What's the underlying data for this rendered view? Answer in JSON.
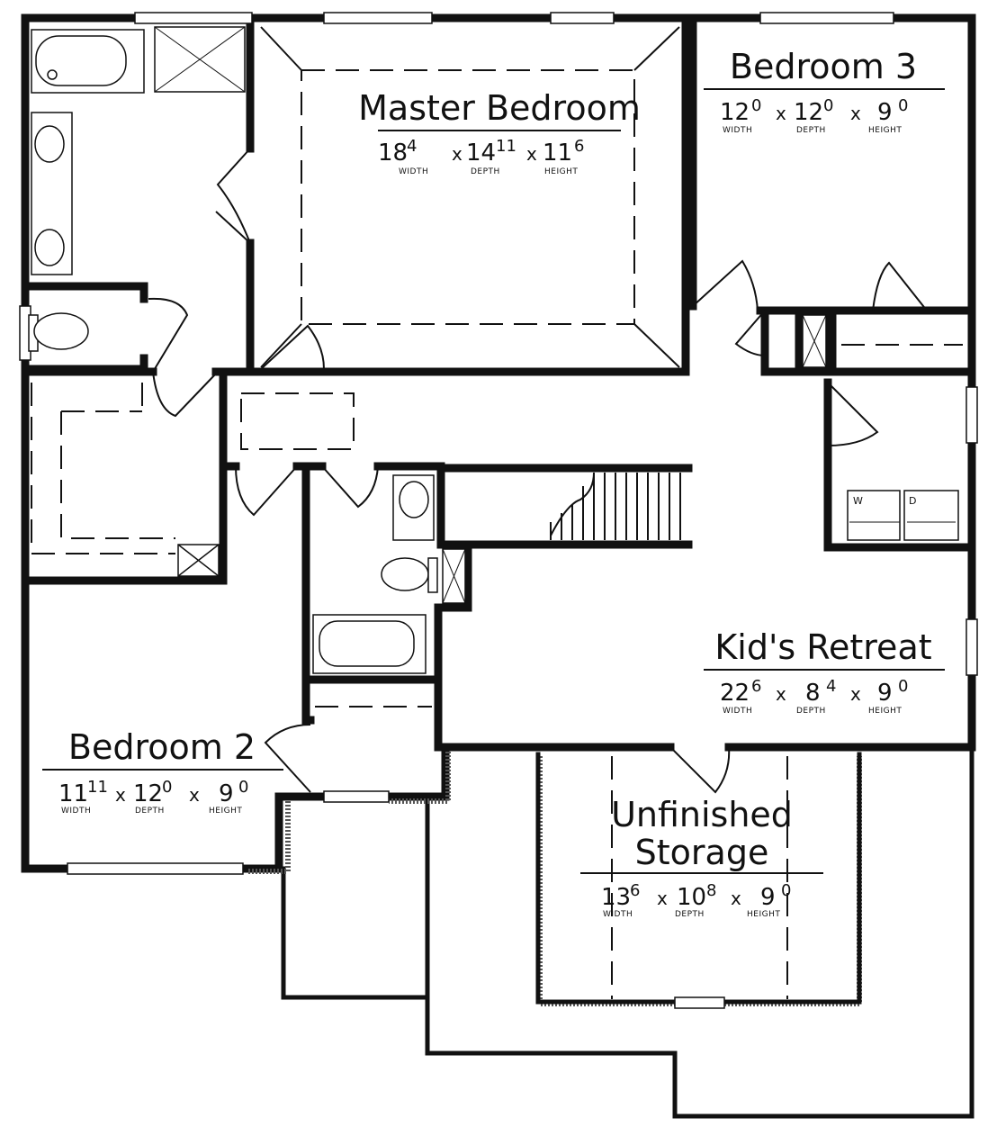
{
  "rooms": {
    "master_bedroom": {
      "name": "Master Bedroom",
      "width": "18",
      "width_in": "4",
      "depth": "14",
      "depth_in": "11",
      "height": "11",
      "height_in": "6"
    },
    "bedroom_3": {
      "name": "Bedroom 3",
      "width": "12",
      "width_in": "0",
      "depth": "12",
      "depth_in": "0",
      "height": "9",
      "height_in": "0"
    },
    "kids_retreat": {
      "name": "Kid's Retreat",
      "width": "22",
      "width_in": "6",
      "depth": "8",
      "depth_in": "4",
      "height": "9",
      "height_in": "0"
    },
    "bedroom_2": {
      "name": "Bedroom 2",
      "width": "11",
      "width_in": "11",
      "depth": "12",
      "depth_in": "0",
      "height": "9",
      "height_in": "0"
    },
    "unfinished_storage": {
      "name_line1": "Unfinished",
      "name_line2": "Storage",
      "width": "13",
      "width_in": "6",
      "depth": "10",
      "depth_in": "8",
      "height": "9",
      "height_in": "0"
    }
  },
  "dimension_captions": {
    "width": "WIDTH",
    "depth": "DEPTH",
    "height": "HEIGHT",
    "times": "x"
  },
  "appliances": {
    "washer": "W",
    "dryer": "D"
  }
}
